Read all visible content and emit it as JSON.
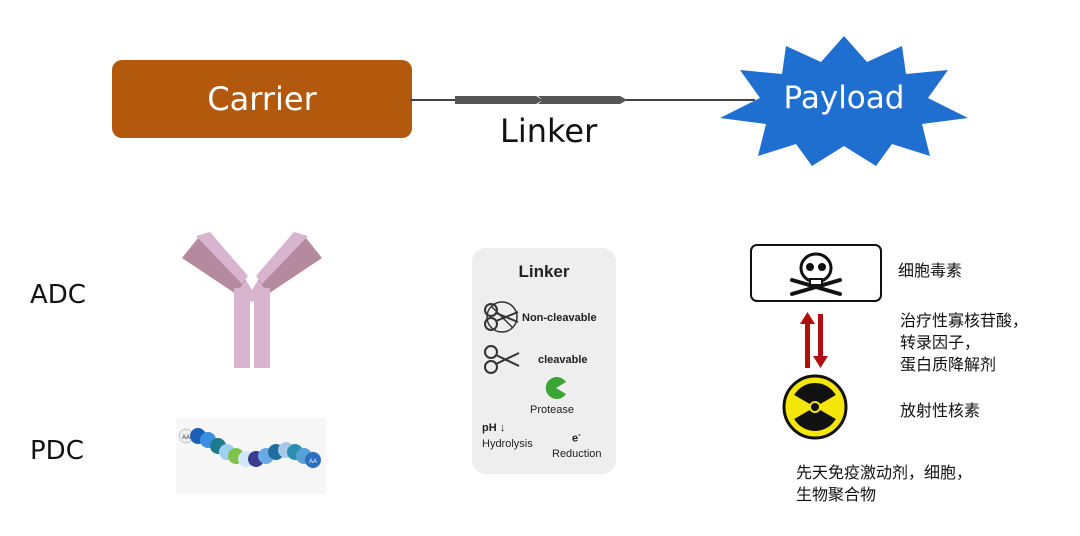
{
  "top": {
    "carrier": "Carrier",
    "linker": "Linker",
    "payload": "Payload"
  },
  "rows": {
    "adc": "ADC",
    "pdc": "PDC"
  },
  "linker_card": {
    "title": "Linker",
    "non_cleavable": "Non-cleavable",
    "cleavable": "cleavable",
    "protease": "Protease",
    "ph": "pH",
    "hydrolysis": "Hydrolysis",
    "electron": "e",
    "reduction": "Reduction",
    "aa": "AA"
  },
  "payload_types": {
    "cytotoxin": "细胞毒素",
    "therapeutic_lines": [
      "治疗性寡核苷酸，",
      "转录因子，",
      "蛋白质降解剂"
    ],
    "radionuclide": "放射性核素",
    "innate_lines": [
      "先天免疫激动剂，细胞，",
      "生物聚合物"
    ]
  },
  "colors": {
    "carrier": "#b3590e",
    "payload": "#1f6fd1",
    "linker_segment": "#555555",
    "antibody": "#d8b4cf",
    "antibody_tip": "#b58a9e",
    "arrows": "#b10f0f",
    "radiation_bg": "#f5e60a"
  }
}
